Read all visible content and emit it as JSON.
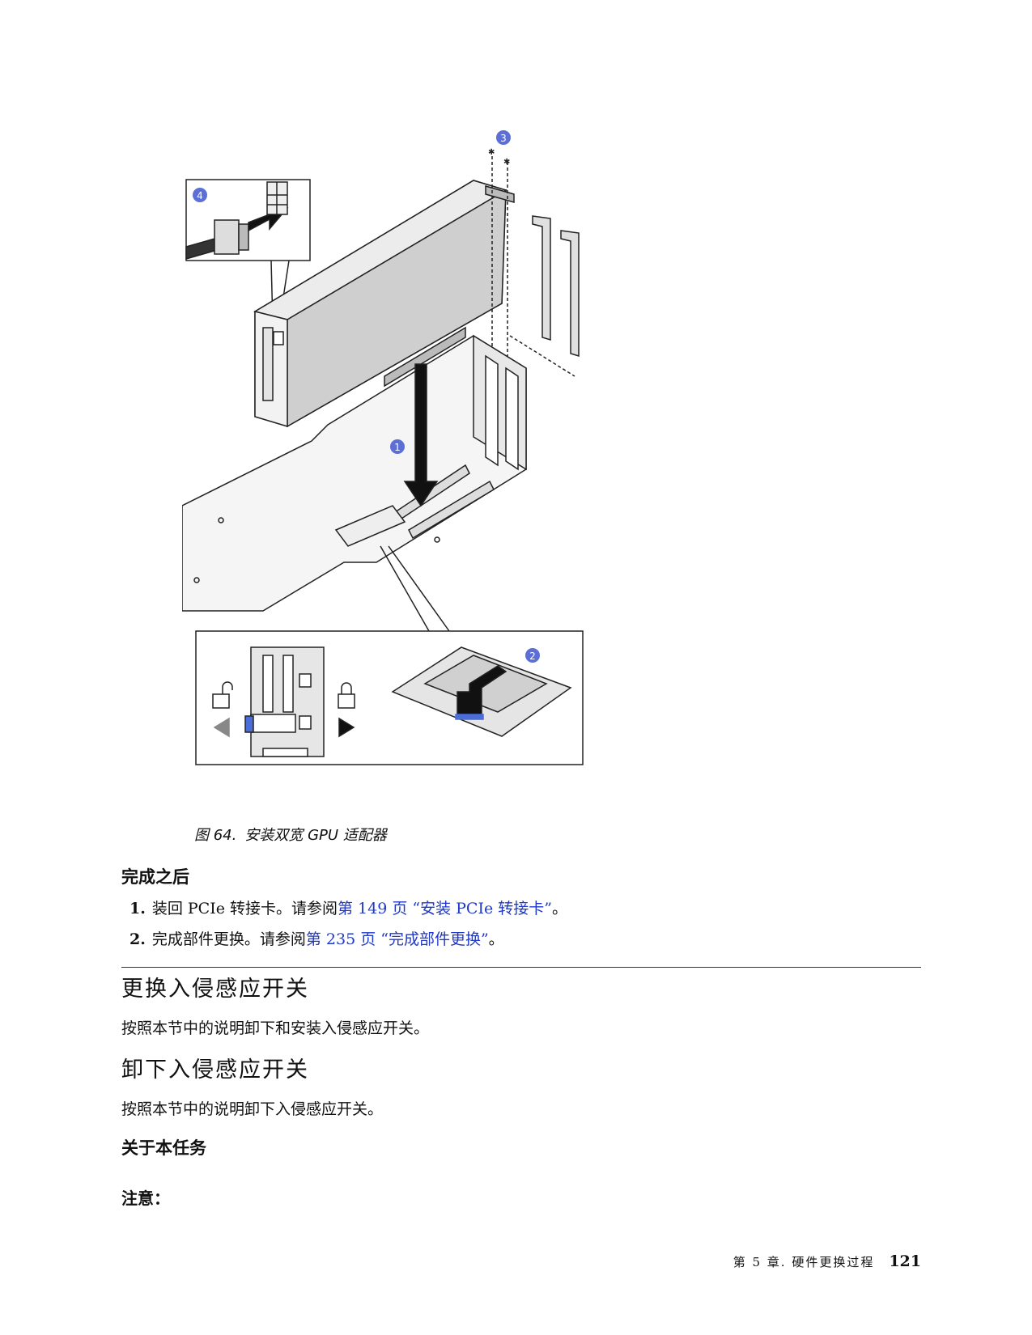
{
  "figure": {
    "callouts": [
      "1",
      "2",
      "3",
      "4"
    ],
    "caption_number": "图 64.",
    "caption_text": "安装双宽 GPU 适配器"
  },
  "after": {
    "heading": "完成之后",
    "steps": [
      {
        "num": "1.",
        "text": "装回 PCIe 转接卡。请参阅",
        "link": "第 149 页 “安装 PCIe 转接卡”",
        "end": "。"
      },
      {
        "num": "2.",
        "text": "完成部件更换。请参阅",
        "link": "第 235 页 “完成部件更换”",
        "end": "。"
      }
    ]
  },
  "section1": {
    "title": "更换入侵感应开关",
    "body": "按照本节中的说明卸下和安装入侵感应开关。"
  },
  "section2": {
    "title": "卸下入侵感应开关",
    "body": "按照本节中的说明卸下入侵感应开关。"
  },
  "about": {
    "heading": "关于本任务",
    "note": "注意："
  },
  "footer": {
    "chapter": "第 5 章. 硬件更换过程",
    "page": "121"
  },
  "colors": {
    "callout": "#5b6fd6",
    "link": "#1f38c8"
  }
}
